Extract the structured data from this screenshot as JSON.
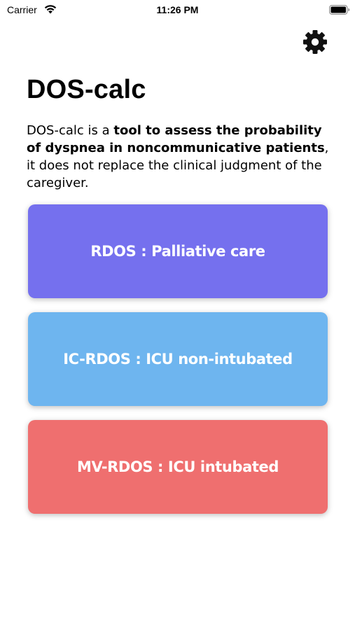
{
  "status_bar": {
    "carrier": "Carrier",
    "time": "11:26 PM",
    "icons": [
      "wifi-icon",
      "battery-icon"
    ]
  },
  "header": {
    "settings_icon": "gear-icon"
  },
  "main": {
    "title": "DOS-calc",
    "intro": {
      "prefix": "DOS-calc is a ",
      "bold": "tool to assess the probability of dyspnea in noncommunicative patients",
      "suffix": ", it does not replace the clinical judgment of the caregiver."
    },
    "buttons": [
      {
        "label": "RDOS : Palliative care",
        "color": "#7570ee"
      },
      {
        "label": "IC-RDOS : ICU non-intubated",
        "color": "#6eb5ef"
      },
      {
        "label": "MV-RDOS : ICU intubated",
        "color": "#ef6f6f"
      }
    ]
  }
}
